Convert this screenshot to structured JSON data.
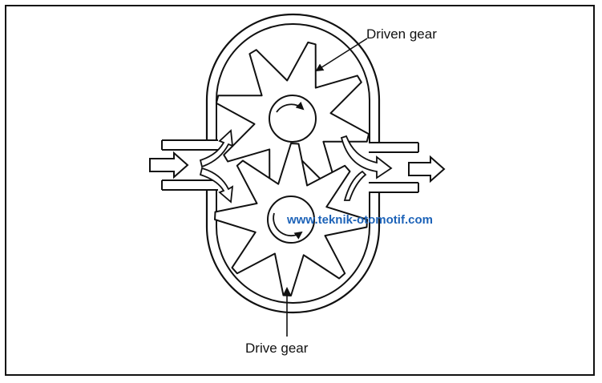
{
  "labels": {
    "driven_gear": "Driven gear",
    "drive_gear": "Drive gear"
  },
  "watermark": {
    "text": "www.teknik-otomotif.com",
    "color": "#1d63b8"
  },
  "icons": [
    "driven-gear-icon",
    "drive-gear-icon",
    "inlet-arrow-icon",
    "outlet-arrow-icon",
    "rotation-arrow-icon"
  ]
}
